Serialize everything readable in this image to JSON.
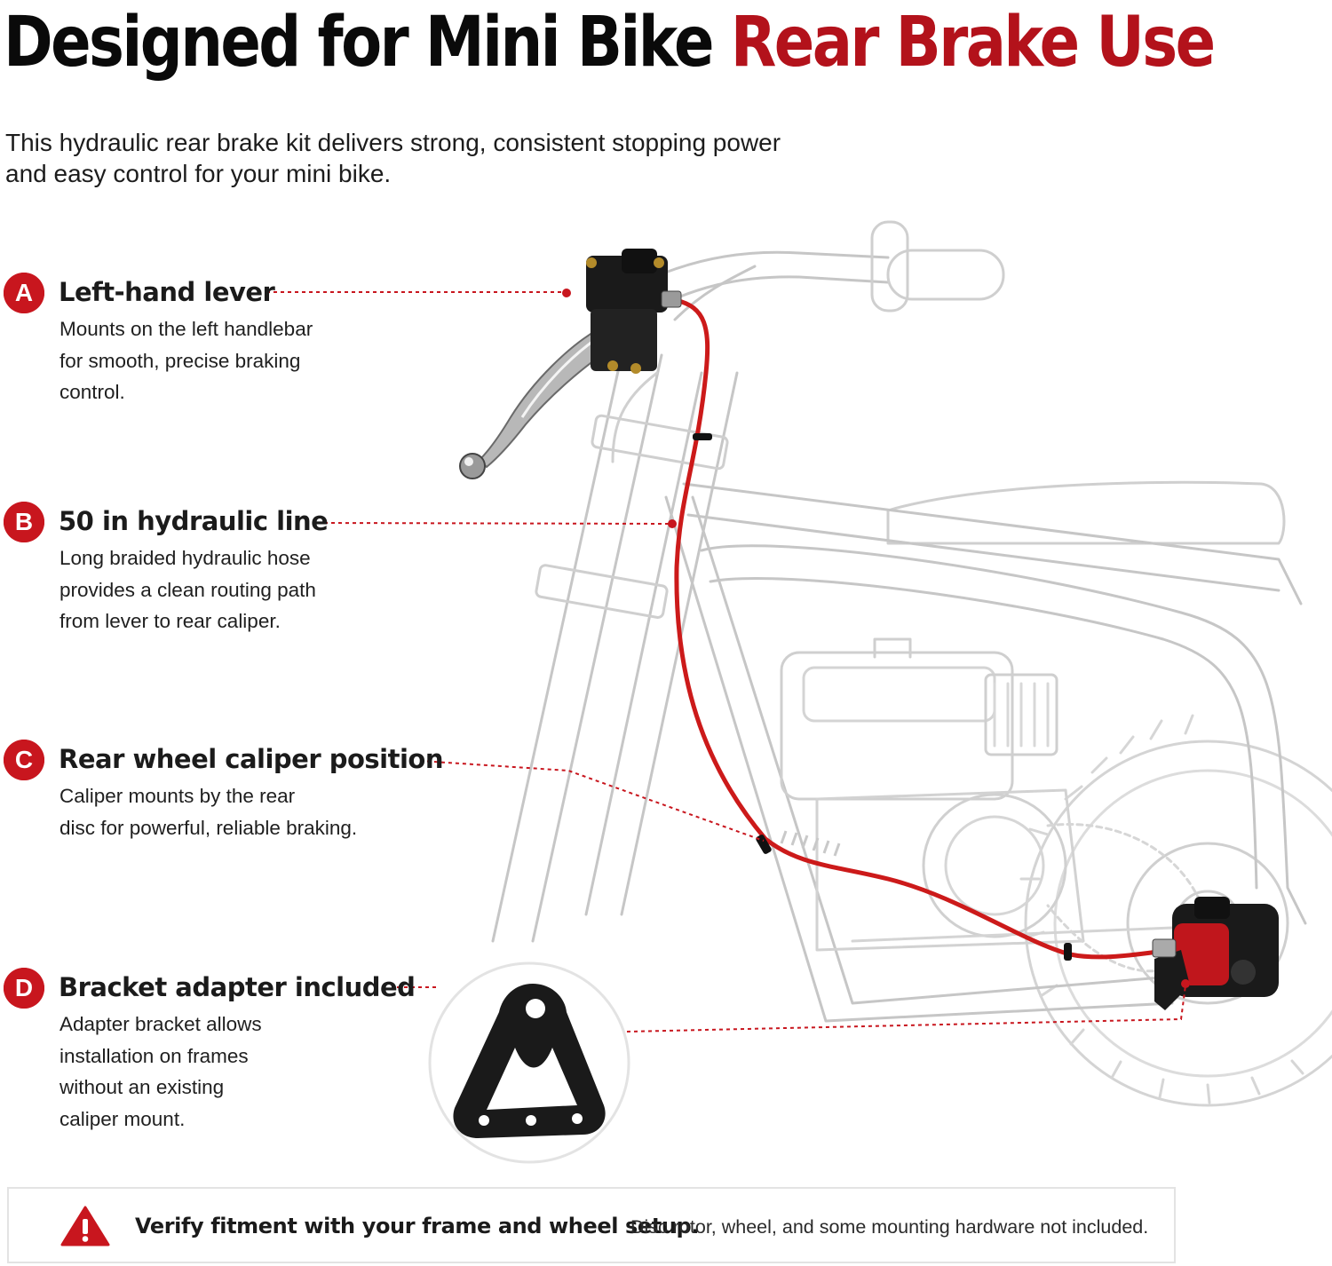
{
  "headline": {
    "part1": "Designed for Mini Bike",
    "part2": "Rear Brake Use"
  },
  "intro": "This hydraulic rear brake kit delivers strong, consistent stopping power and easy control for your mini bike.",
  "callouts": [
    {
      "letter": "A",
      "title": "Left-hand lever",
      "lines": [
        "Mounts on the left handlebar",
        "for smooth, precise braking",
        "control."
      ]
    },
    {
      "letter": "B",
      "title": "50 in hydraulic line",
      "lines": [
        "Long braided hydraulic hose",
        "provides a clean routing path",
        "from lever to rear caliper."
      ]
    },
    {
      "letter": "C",
      "title": "Rear wheel caliper position",
      "lines": [
        "Caliper mounts by the rear",
        "disc for powerful, reliable braking."
      ]
    },
    {
      "letter": "D",
      "title": "Bracket adapter included",
      "lines": [
        "Adapter bracket allows",
        "installation on frames",
        "without an existing",
        "caliper mount."
      ]
    }
  ],
  "notice": {
    "strong": "Verify fitment with your frame and wheel setup.",
    "light": "Disc rotor, wheel, and some mounting hardware not included."
  },
  "icons": {
    "badge": "letter-badge-icon",
    "warning": "warning-triangle-icon"
  },
  "colors": {
    "accent_red": "#b3121b",
    "badge_red": "#c8161e",
    "line_red": "#cc1a1a",
    "sketch_grey": "#c9c9c9",
    "part_black": "#1a1a1a"
  }
}
